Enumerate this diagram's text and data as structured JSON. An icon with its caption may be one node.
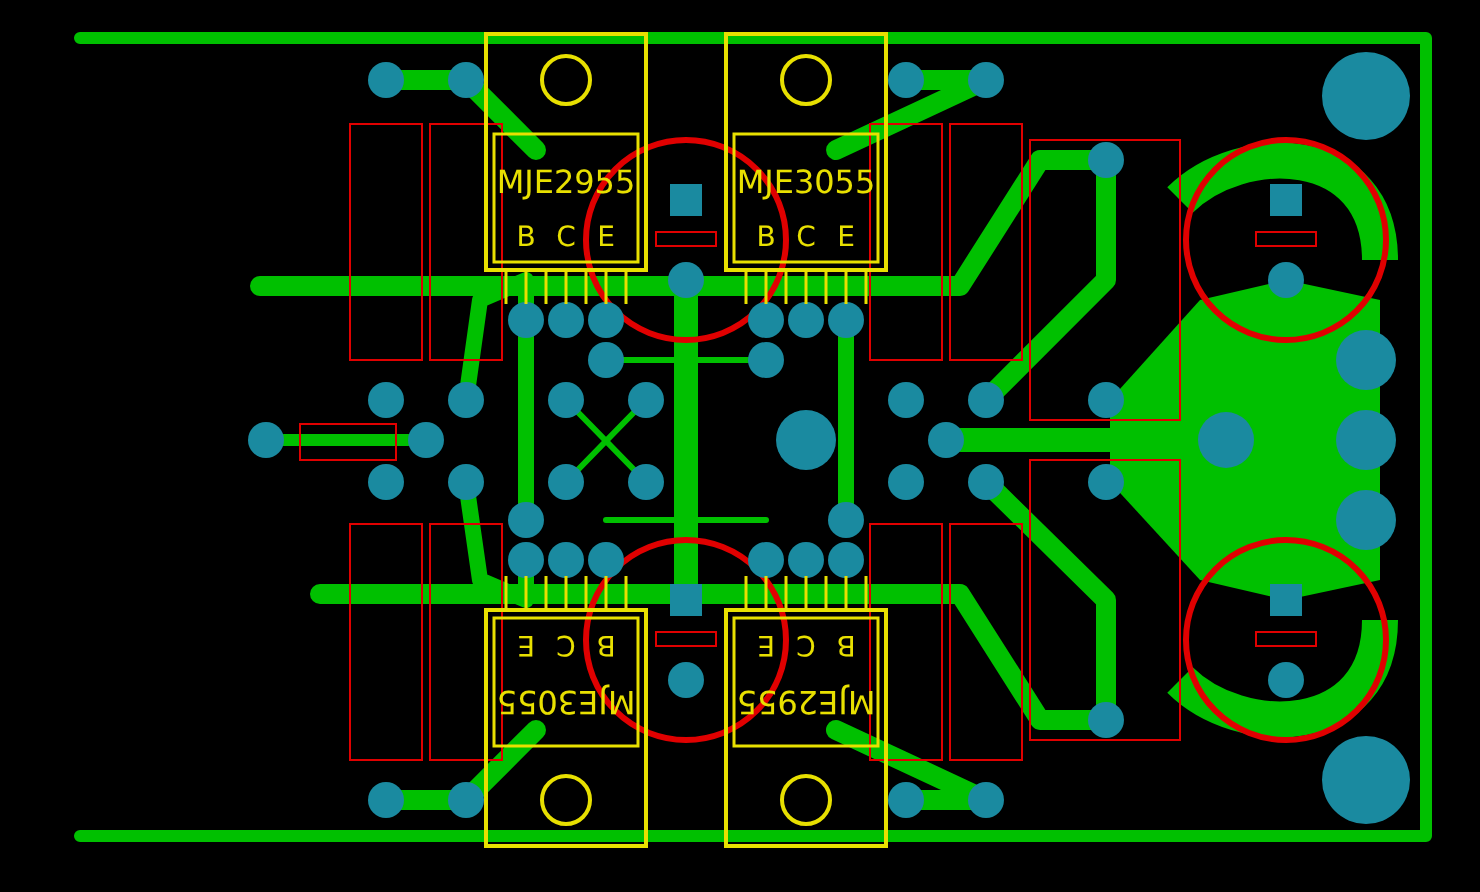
{
  "diagram": {
    "labels": [
      "MJE2955",
      "MJE3055",
      "B",
      "C",
      "E",
      "B",
      "C",
      "E",
      "E",
      "C",
      "B",
      "E",
      "C",
      "B",
      "MJE3055",
      "MJE2955"
    ]
  }
}
